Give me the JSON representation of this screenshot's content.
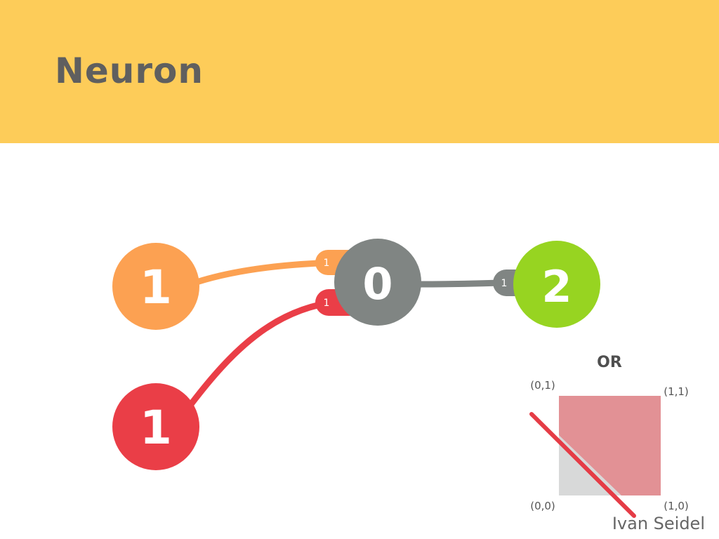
{
  "header": {
    "title": "Neuron"
  },
  "nodes": [
    {
      "id": "input-a",
      "value": "1",
      "color": "#fca152"
    },
    {
      "id": "input-b",
      "value": "1",
      "color": "#ea3e47"
    },
    {
      "id": "hidden",
      "value": "0",
      "color": "#808583"
    },
    {
      "id": "output",
      "value": "2",
      "color": "#97d421"
    }
  ],
  "weights": {
    "input_a_to_hidden": "1",
    "input_b_to_hidden": "1",
    "hidden_to_output": "1"
  },
  "or_plot": {
    "title": "OR",
    "corners": {
      "top_left": "(0,1)",
      "top_right": "(1,1)",
      "bottom_left": "(0,0)",
      "bottom_right": "(1,0)"
    },
    "colors": {
      "true_region": "#e29195",
      "false_region": "#d8d9d9",
      "divider": "#e53c46"
    }
  },
  "footer": {
    "author": "Ivan Seidel"
  }
}
